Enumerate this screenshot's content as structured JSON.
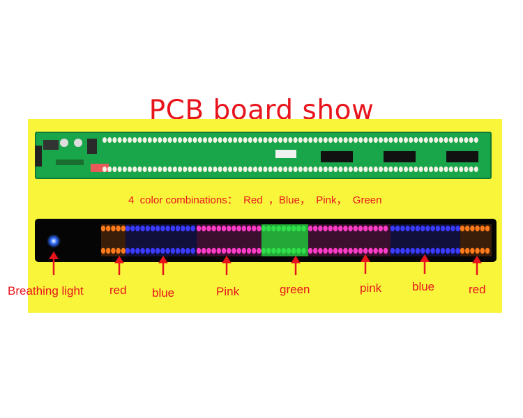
{
  "title": "PCB board show",
  "caption": "4  color combinations：  Red  ，Blue，  Pink，  Green",
  "labels": {
    "breathing_light": "Breathing light",
    "red_left": "red",
    "blue_left": "blue",
    "pink_left": "Pink",
    "green": "green",
    "pink_right": "pink",
    "blue_right": "blue",
    "red_right": "red"
  },
  "colors": {
    "title_text": "#e8141c",
    "panel_background": "#f8f53b",
    "pcb_green": "#19a64a",
    "led_red": "#ff7a1a",
    "led_blue": "#3b3bff",
    "led_pink": "#ff3cc8",
    "led_green": "#2fe04a",
    "breathing_light": "#2f6bff"
  },
  "segments": [
    "red",
    "blue",
    "pink",
    "green",
    "pink",
    "blue",
    "red"
  ]
}
